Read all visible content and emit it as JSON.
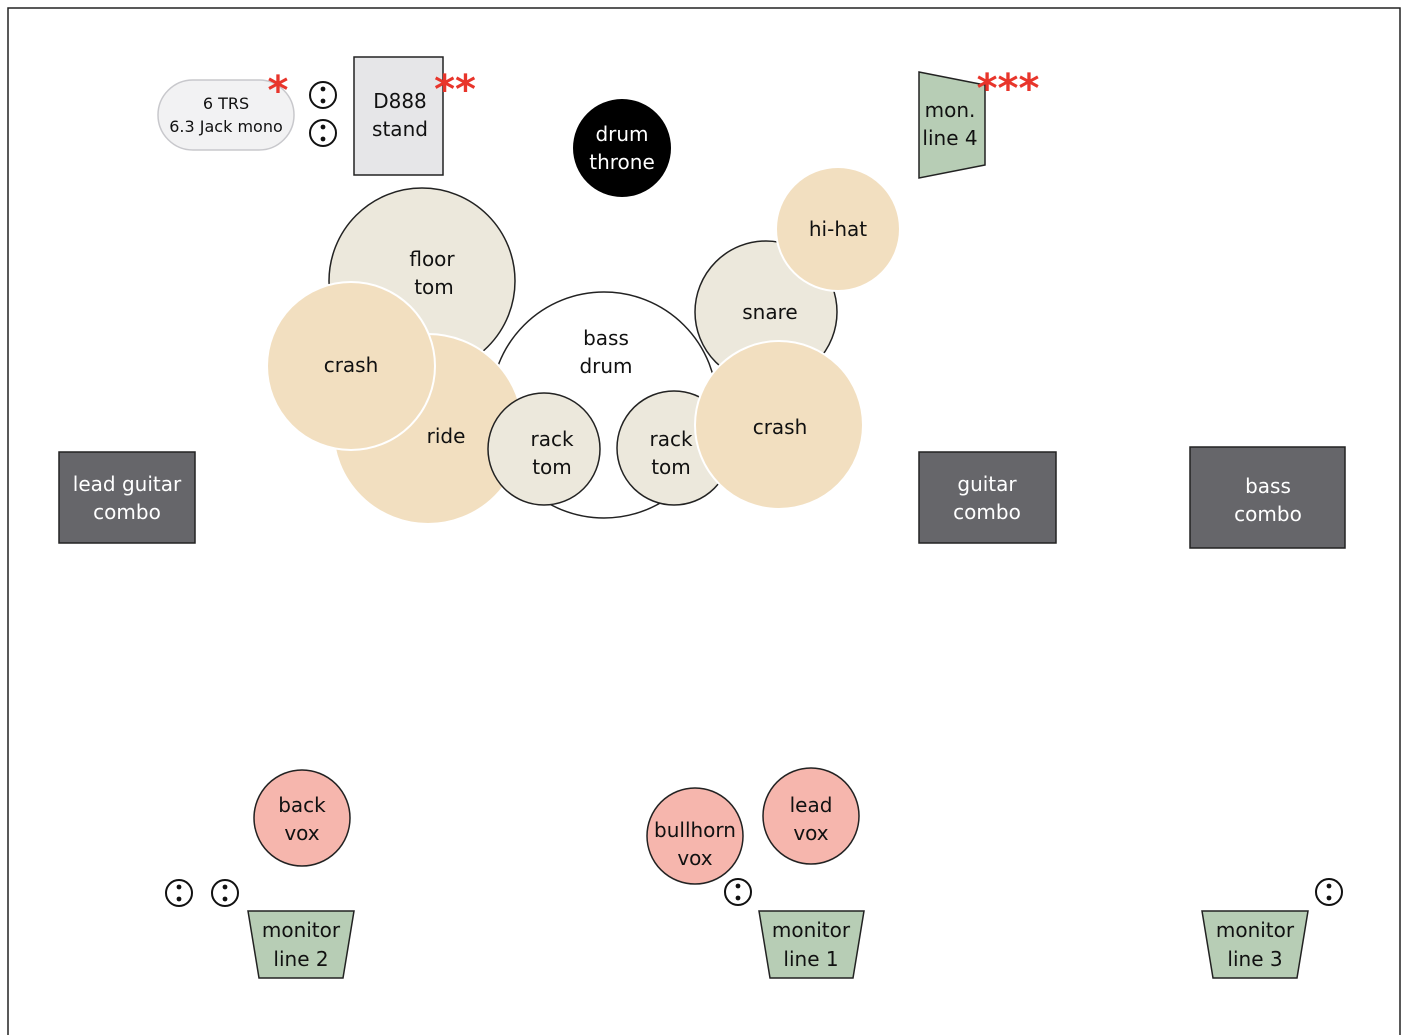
{
  "labels": {
    "trs_line1": "6 TRS",
    "trs_line2": "6.3 Jack mono",
    "d888_line1": "D888",
    "d888_line2": "stand",
    "throne_line1": "drum",
    "throne_line2": "throne",
    "mon4_line1": "mon.",
    "mon4_line2": "line 4",
    "floor_tom_line1": "floor",
    "floor_tom_line2": "tom",
    "hihat": "hi-hat",
    "snare": "snare",
    "bass_drum_line1": "bass",
    "bass_drum_line2": "drum",
    "crash_left": "crash",
    "crash_right": "crash",
    "ride": "ride",
    "rack_tom_left_line1": "rack",
    "rack_tom_left_line2": "tom",
    "rack_tom_right_line1": "rack",
    "rack_tom_right_line2": "tom",
    "lead_guitar_line1": "lead guitar",
    "lead_guitar_line2": "combo",
    "guitar_combo_line1": "guitar",
    "guitar_combo_line2": "combo",
    "bass_combo_line1": "bass",
    "bass_combo_line2": "combo",
    "back_vox_line1": "back",
    "back_vox_line2": "vox",
    "bullhorn_line1": "bullhorn",
    "bullhorn_line2": "vox",
    "lead_vox_line1": "lead",
    "lead_vox_line2": "vox",
    "mon1_line1": "monitor",
    "mon1_line2": "line 1",
    "mon2_line1": "monitor",
    "mon2_line2": "line 2",
    "mon3_line1": "monitor",
    "mon3_line2": "line 3",
    "star1": "*",
    "star2": "**",
    "star3": "***"
  },
  "colors": {
    "cymbal": "#f2dfc0",
    "drum": "#ece8dc",
    "amp": "#66666a",
    "monitor": "#b7cdb5",
    "vocal": "#f6b6ad",
    "stand": "#e6e6e8",
    "asterisk": "#e8352b",
    "throne": "#000000"
  }
}
